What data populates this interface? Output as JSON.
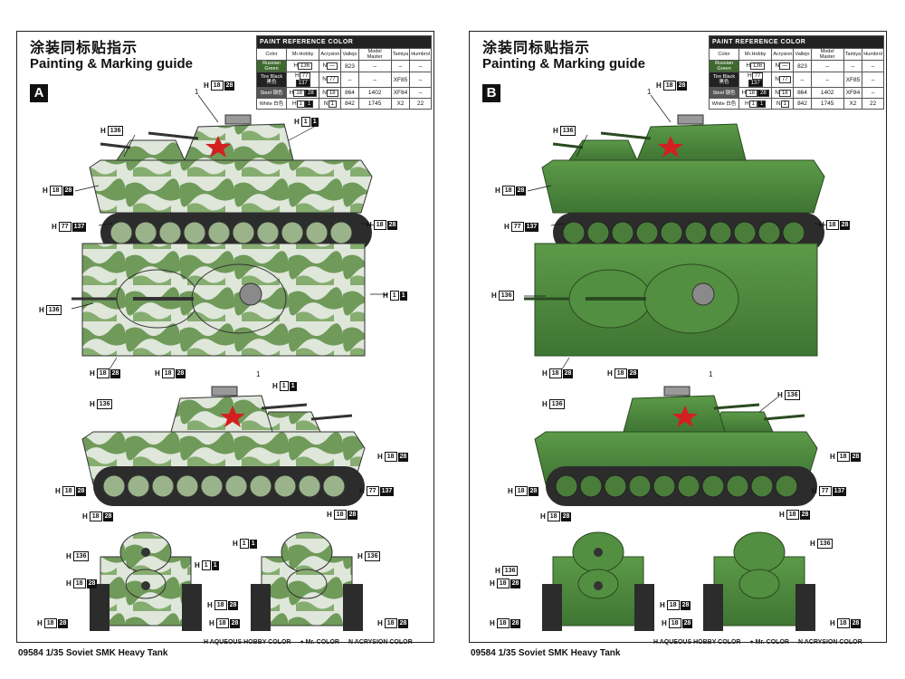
{
  "title_cn": "涂装同标贴指示",
  "title_en": "Painting & Marking guide",
  "panels": [
    {
      "letter": "A",
      "scheme": "winter"
    },
    {
      "letter": "B",
      "scheme": "green"
    }
  ],
  "reference_table": {
    "caption": "PAINT REFERENCE COLOR",
    "headers": [
      "Color",
      "Mr.Hobby",
      "Acrysion",
      "Vallejo",
      "Model Master",
      "Tamiya",
      "Humbrol"
    ],
    "rows": [
      {
        "name": "Russian Green",
        "swatch": "#3e6a2e",
        "hobby": [
          "H",
          "136"
        ],
        "acrysion": [
          "N",
          "—"
        ],
        "vallejo": "823",
        "model_master": "–",
        "tamiya": "–",
        "humbrol": "–"
      },
      {
        "name": "Tire Black 黑色",
        "swatch": "#222222",
        "hobby": [
          "H",
          "77",
          "137"
        ],
        "acrysion": [
          "N",
          "77"
        ],
        "vallejo": "–",
        "model_master": "–",
        "tamiya": "XF85",
        "humbrol": "–"
      },
      {
        "name": "Steel 钢色",
        "swatch": "#555555",
        "hobby": [
          "H",
          "18",
          "28"
        ],
        "acrysion": [
          "N",
          "18"
        ],
        "vallejo": "864",
        "model_master": "1402",
        "tamiya": "XF84",
        "humbrol": "–"
      },
      {
        "name": "White 白色",
        "swatch": "#ffffff",
        "hobby": [
          "H",
          "1",
          "1"
        ],
        "acrysion": [
          "N",
          "1"
        ],
        "vallejo": "842",
        "model_master": "1745",
        "tamiya": "X2",
        "humbrol": "22"
      }
    ]
  },
  "callouts": {
    "h18_28": {
      "pre": "H",
      "b1": "18",
      "b2": "28"
    },
    "h136": {
      "pre": "H",
      "b1": "136"
    },
    "h1_1": {
      "pre": "H",
      "b1": "1",
      "b2": "1"
    },
    "h77_137": {
      "pre": "H",
      "b1": "77",
      "b2": "137"
    }
  },
  "marker_number": "1",
  "footer": {
    "title": "09584 1/35  Soviet SMK Heavy Tank",
    "legend": [
      "H AQUEOUS HOBBY COLOR",
      "● Mr. COLOR",
      "N ACRYSION COLOR"
    ]
  },
  "colors": {
    "green_base": "#4f8a3c",
    "green_dark": "#2f5a23",
    "white_camo": "#e8ece4",
    "track": "#2c2c2c",
    "star": "#d22020"
  }
}
